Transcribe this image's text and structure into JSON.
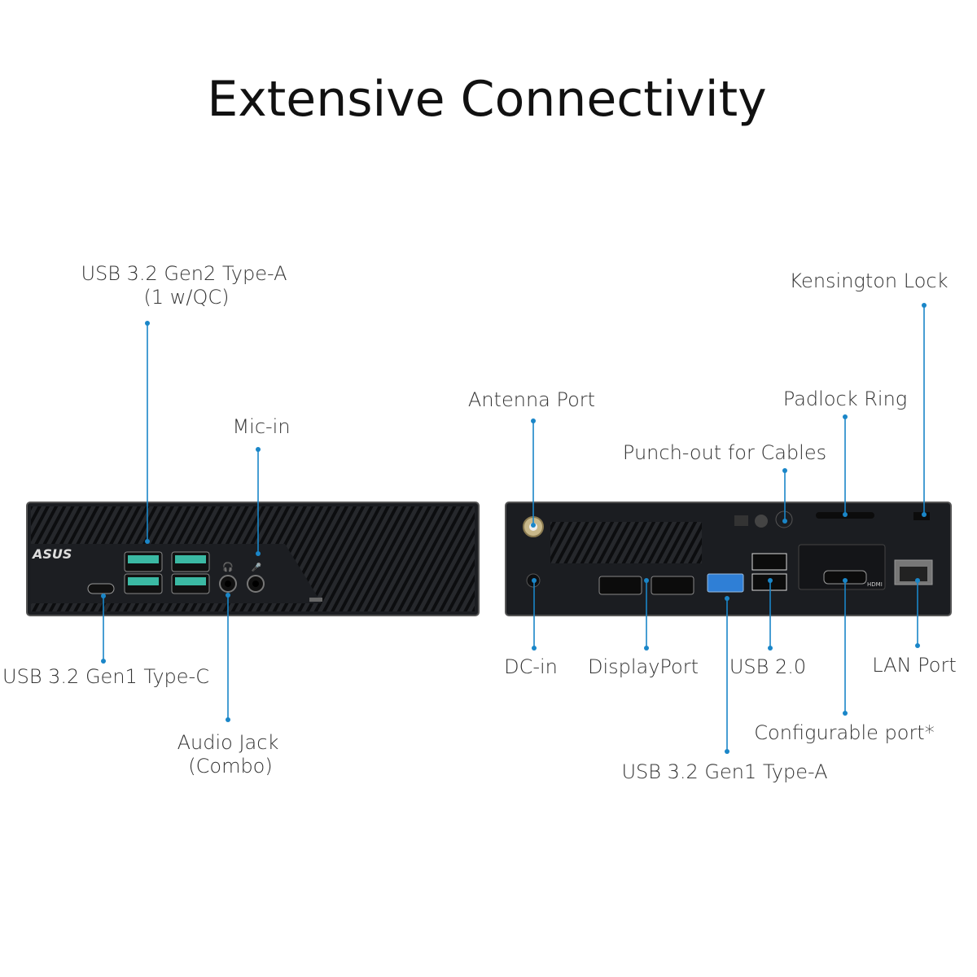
{
  "title": "Extensive Connectivity",
  "colors": {
    "leader_line": "#1a86c8",
    "chassis": "#1b1d21",
    "usb3_gen2_port": "#3bb9a3",
    "usb3_gen1_port": "#2f7fd6"
  },
  "front_panel": {
    "logo": "ASUS",
    "labels": {
      "usb_gen2_line1": "USB 3.2 Gen2 Type-A",
      "usb_gen2_line2": "(1 w/QC)",
      "mic_in": "Mic-in",
      "usb_typec": "USB 3.2 Gen1 Type-C",
      "audio_line1": "Audio Jack",
      "audio_line2": "(Combo)"
    }
  },
  "rear_panel": {
    "hdmi_mark": "HDMI",
    "labels": {
      "antenna": "Antenna Port",
      "kensington": "Kensington Lock",
      "padlock": "Padlock Ring",
      "punchout": "Punch-out for Cables",
      "dc_in": "DC-in",
      "displayport": "DisplayPort",
      "usb20": "USB 2.0",
      "lan": "LAN Port",
      "configurable": "Configurable port*",
      "usb_gen1_a": "USB 3.2 Gen1 Type-A"
    }
  }
}
